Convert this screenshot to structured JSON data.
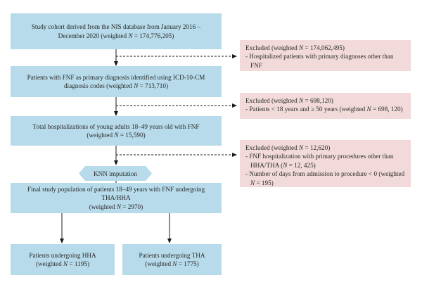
{
  "boxes": {
    "cohort": {
      "line1": "Study cohort derived from the NIS database from January 2016 –",
      "line2": "December 2020 (weighted N = 174,776,205)"
    },
    "fnf": {
      "line1": "Patients with FNF as primary diagnosis identified using ICD-10-CM",
      "line2": "diagnosis codes (weighted N = 713,710)"
    },
    "young_adults": {
      "line1": "Total hospitalizations of young adults 18–49 years old with FNF",
      "line2": "(weighted N = 15,590)"
    },
    "final": {
      "line1": "Final study population of patients 18–49 years with FNF undergoing THA/HHA",
      "line2": "(weighted N = 2970)"
    },
    "hha": {
      "line1": "Patients undergoing HHA",
      "line2": "(weighted N = 1195)"
    },
    "tha": {
      "line1": "Patients undergoing THA",
      "line2": "(weighted N = 1775)"
    }
  },
  "excluded": {
    "ex1": {
      "title": "Excluded (weighted N = 174,062,495)",
      "items": [
        "- Hospitalized patients with primary diagnoses other than FNF"
      ]
    },
    "ex2": {
      "title": "Excluded (weighted N = 698,120)",
      "items": [
        "- Patients < 18 years and ≥ 50 years (weighted N = 698, 120)"
      ]
    },
    "ex3": {
      "title": "Excluded (weighted N = 12,620)",
      "items": [
        "- FNF hospitalization with primary procedures other than HHA/THA (N = 12, 425)",
        "- Number of days from admission to procedure < 0 (weighted N = 195)"
      ]
    }
  },
  "knn_label": "KNN imputation",
  "colors": {
    "main_box": "#b7dbea",
    "excluded_box": "#f2dada",
    "arrow": "#1a1a1a"
  }
}
